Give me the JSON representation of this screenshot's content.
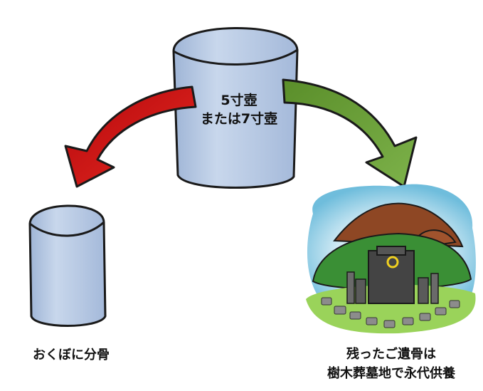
{
  "urn_label": {
    "line1": "5寸壺",
    "line2": "または7寸壺"
  },
  "left_caption": "おくぼに分骨",
  "right_caption": {
    "line1": "残ったご遺骨は",
    "line2": "樹木葬墓地で永代供養"
  },
  "colors": {
    "urn_fill": "#b9cbe4",
    "urn_shade": "#8fa6c8",
    "red_arrow": "#d8161b",
    "green_arrow": "#6ea03c",
    "sky": "#7fc4e0",
    "mound_brown": "#9b4f2a",
    "grass": "#3e9b3a",
    "stone": "#3f3f3f",
    "emblem": "#f0d020"
  }
}
